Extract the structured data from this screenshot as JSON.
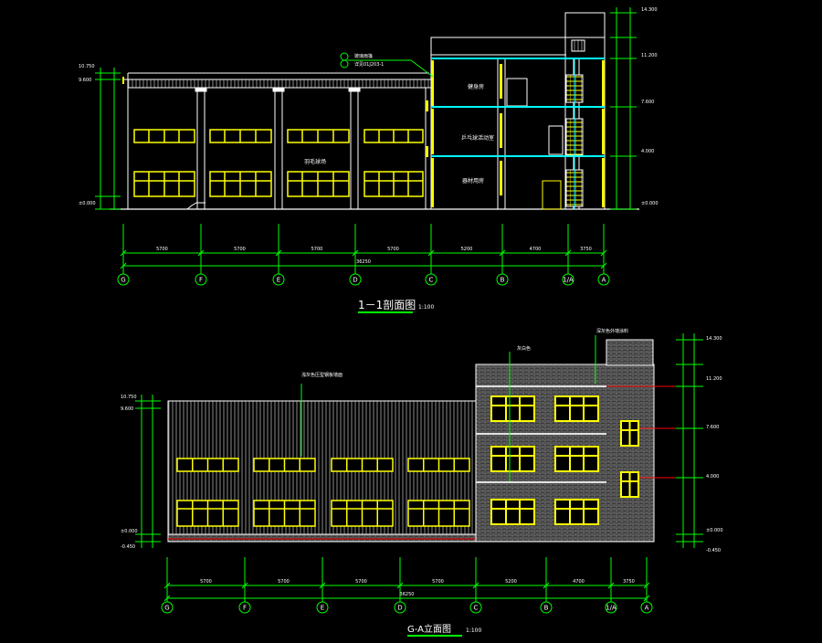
{
  "section": {
    "title": "1－1剖面图",
    "scale": "1:100",
    "leader_note_1": "玻璃雨篷",
    "leader_note_2": "详见01J203-1",
    "room_large": "羽毛球场",
    "room_top": "健身房",
    "room_mid": "乒乓球活动室",
    "room_low": "器材用房",
    "spans": [
      "5700",
      "5700",
      "5700",
      "5700",
      "5200",
      "4700",
      "3750"
    ],
    "total": "36250",
    "axes": [
      "G",
      "F",
      "E",
      "D",
      "C",
      "B",
      "1/A",
      "A"
    ],
    "levels_right": [
      "14.300",
      "11.200",
      "7.600",
      "4.000",
      "±0.000"
    ],
    "levels_left": [
      "10.750",
      "9.600",
      "±0.000"
    ]
  },
  "elevation": {
    "title": "G-A立面图",
    "scale": "1:100",
    "note_left": "浅灰色压型钢板墙面",
    "note_mid": "灰白色",
    "note_right": "深灰色外墙涂料",
    "spans": [
      "5700",
      "5700",
      "5700",
      "5700",
      "5200",
      "4700",
      "3750"
    ],
    "total": "36250",
    "axes": [
      "G",
      "F",
      "E",
      "D",
      "C",
      "B",
      "1/A",
      "A"
    ],
    "levels_right": [
      "14.300",
      "11.200",
      "7.600",
      "4.000",
      "±0.000",
      "-0.450"
    ],
    "levels_left": [
      "10.750",
      "9.600",
      "±0.000",
      "-0.450"
    ]
  },
  "colors": {
    "background": "#000000",
    "line": "#ffffff",
    "window": "#ffff00",
    "dimension": "#00ff00",
    "slab": "#00ffff",
    "accent": "#ff0000"
  }
}
